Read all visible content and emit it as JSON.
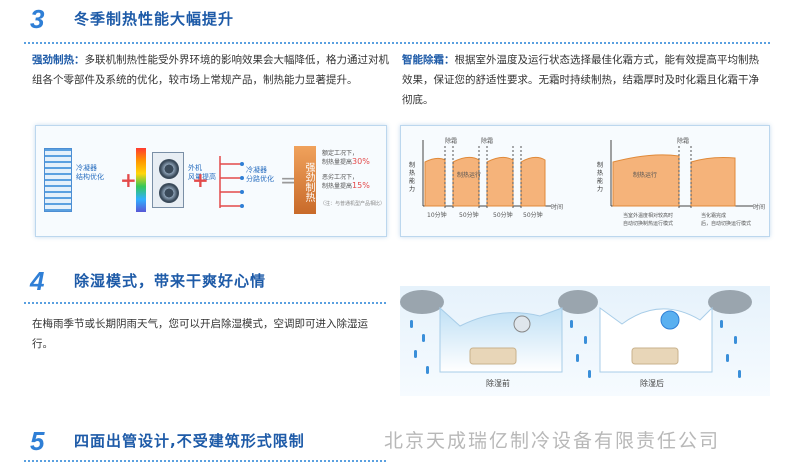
{
  "section3": {
    "number": "3",
    "title": "冬季制热性能大幅提升",
    "left": {
      "lead": "强劲制热：",
      "text": "多联机制热性能受外界环境的影响效果会大幅降低，格力通过对机组各个零部件及系统的优化，较市场上常规产品，制热能力显著提升。",
      "diagram": {
        "item1": "冷凝器\n结构优化",
        "item2": "外机\n风量提高",
        "item3": "冷凝器\n分路优化",
        "result": "强劲制热",
        "note1": "额定工况下，",
        "note1b": "制热量提高",
        "note1v": "30%",
        "note2": "恶劣工况下，",
        "note2b": "制热量提高",
        "note2v": "15%",
        "footnote": "（注：与普通机型产品相比）"
      }
    },
    "right": {
      "lead": "智能除霜：",
      "text": "根据室外温度及运行状态选择最佳化霜方式，能有效提高平均制热效果，保证您的舒适性要求。无霜时持续制热，结霜厚时及时化霜且化霜干净彻底。",
      "diagram": {
        "ylabel": "制热能力",
        "xlabel": "时间",
        "band_label": "除霜",
        "run_label": "制热运行",
        "interval_label": "10分钟",
        "interval_label_b": "50分钟",
        "ylabel2": "制热能力",
        "xlabel2": "时间",
        "band_label2": "除霜",
        "run_label2": "制热运行",
        "note_a": "当室外温度相对较高时\n自动切换制热运行模式",
        "note_b": "当化霜完成\n后，自动切换运行模式"
      }
    }
  },
  "section4": {
    "number": "4",
    "title": "除湿模式，带来干爽好心情",
    "text": "在梅雨季节或长期阴雨天气，您可以开启除湿模式，空调即可进入除湿运行。",
    "before_label": "除湿前",
    "after_label": "除湿后"
  },
  "section5": {
    "number": "5",
    "title": "四面出管设计,不受建筑形式限制"
  },
  "watermark": "北京天成瑞亿制冷设备有限责任公司",
  "colors": {
    "accent": "#2f7fd6",
    "title": "#1e5ba8",
    "highlight": "#e34a4a",
    "heat": "#e08a3a"
  }
}
